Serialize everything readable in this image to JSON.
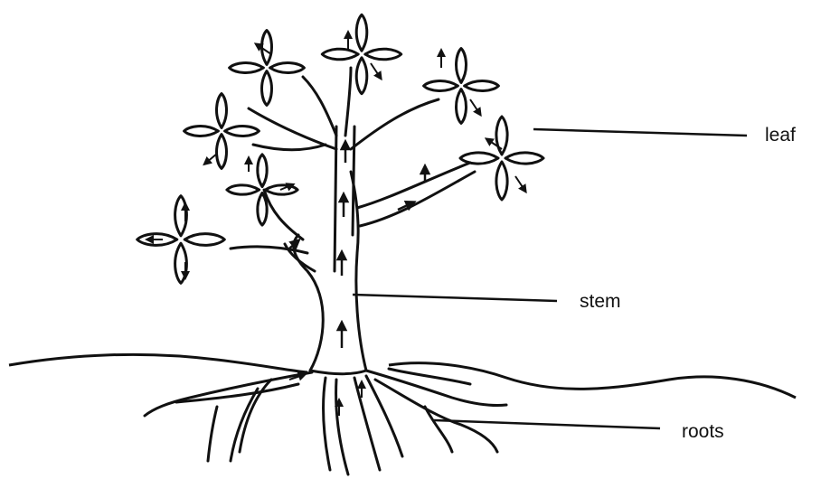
{
  "labels": {
    "leaf": "leaf",
    "stem": "stem",
    "roots": "roots"
  },
  "colors": {
    "ink": "#111111",
    "background": "#ffffff"
  }
}
